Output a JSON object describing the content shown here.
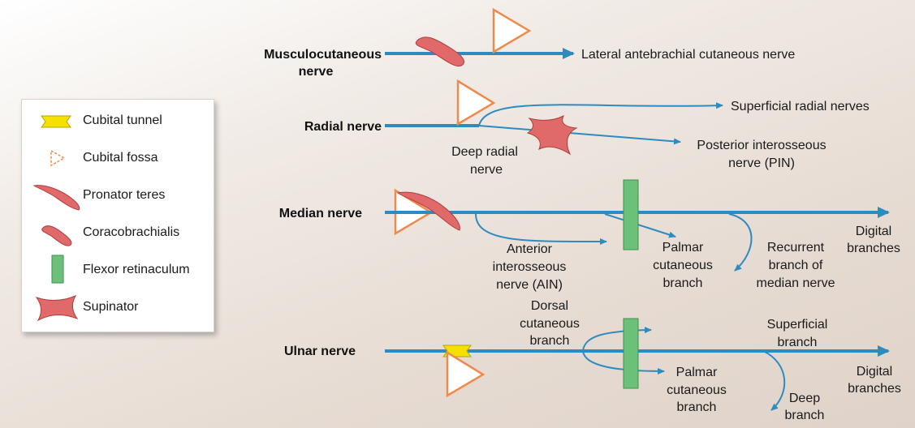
{
  "nerves": {
    "musculocutaneous": {
      "label_line1": "Musculocutaneous",
      "label_line2": "nerve",
      "branch": "Lateral antebrachial cutaneous nerve"
    },
    "radial": {
      "label": "Radial nerve",
      "superficial": "Superficial radial nerves",
      "deep_line1": "Deep radial",
      "deep_line2": "nerve",
      "pin_line1": "Posterior interosseous",
      "pin_line2": "nerve (PIN)"
    },
    "median": {
      "label": "Median nerve",
      "ain_line1": "Anterior",
      "ain_line2": "interosseous",
      "ain_line3": "nerve (AIN)",
      "palmar_line1": "Palmar",
      "palmar_line2": "cutaneous",
      "palmar_line3": "branch",
      "recurrent_line1": "Recurrent",
      "recurrent_line2": "branch of",
      "recurrent_line3": "median nerve",
      "digital_line1": "Digital",
      "digital_line2": "branches"
    },
    "ulnar": {
      "label": "Ulnar nerve",
      "dorsal_line1": "Dorsal",
      "dorsal_line2": "cutaneous",
      "dorsal_line3": "branch",
      "superficial_line1": "Superficial",
      "superficial_line2": "branch",
      "palmar_line1": "Palmar",
      "palmar_line2": "cutaneous",
      "palmar_line3": "branch",
      "deep_line1": "Deep",
      "deep_line2": "branch",
      "digital_line1": "Digital",
      "digital_line2": "branches"
    }
  },
  "legend": [
    {
      "icon": "cubital-tunnel-icon",
      "label": "Cubital tunnel"
    },
    {
      "icon": "cubital-fossa-icon",
      "label": "Cubital fossa"
    },
    {
      "icon": "pronator-teres-icon",
      "label": "Pronator teres"
    },
    {
      "icon": "coracobrachialis-icon",
      "label": "Coracobrachialis"
    },
    {
      "icon": "flexor-retinaculum-icon",
      "label": "Flexor retinaculum"
    },
    {
      "icon": "supinator-icon",
      "label": "Supinator"
    }
  ],
  "colors": {
    "nerve": "#2e8bc0",
    "muscle": "#e06a6a",
    "muscle_outline": "#b23b3b",
    "fossa": "#f08a4b",
    "retinaculum": "#6cc17a",
    "tunnel": "#f5e000"
  }
}
